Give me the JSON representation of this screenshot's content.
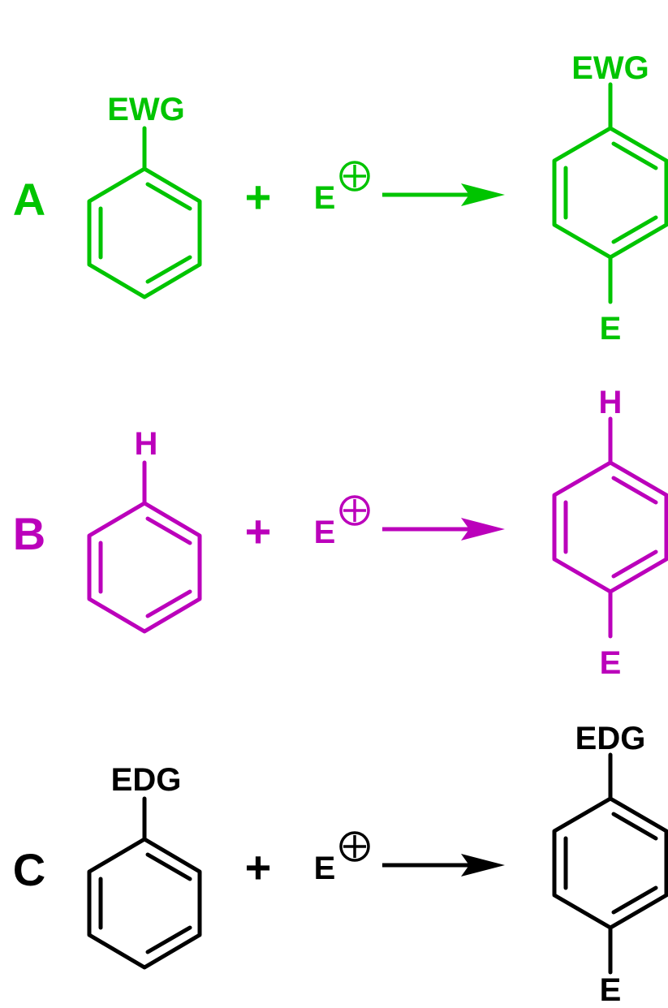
{
  "colors": {
    "row_a": "#00c400",
    "row_b": "#bb00bb",
    "row_c": "#000000"
  },
  "rows": [
    {
      "label": "A",
      "reactant_substituent": "EWG",
      "plus": "+",
      "electrophile": "E",
      "product_top": "EWG",
      "product_bottom": "E"
    },
    {
      "label": "B",
      "reactant_substituent": "H",
      "plus": "+",
      "electrophile": "E",
      "product_top": "H",
      "product_bottom": "E"
    },
    {
      "label": "C",
      "reactant_substituent": "EDG",
      "plus": "+",
      "electrophile": "E",
      "product_top": "EDG",
      "product_bottom": "E"
    }
  ]
}
